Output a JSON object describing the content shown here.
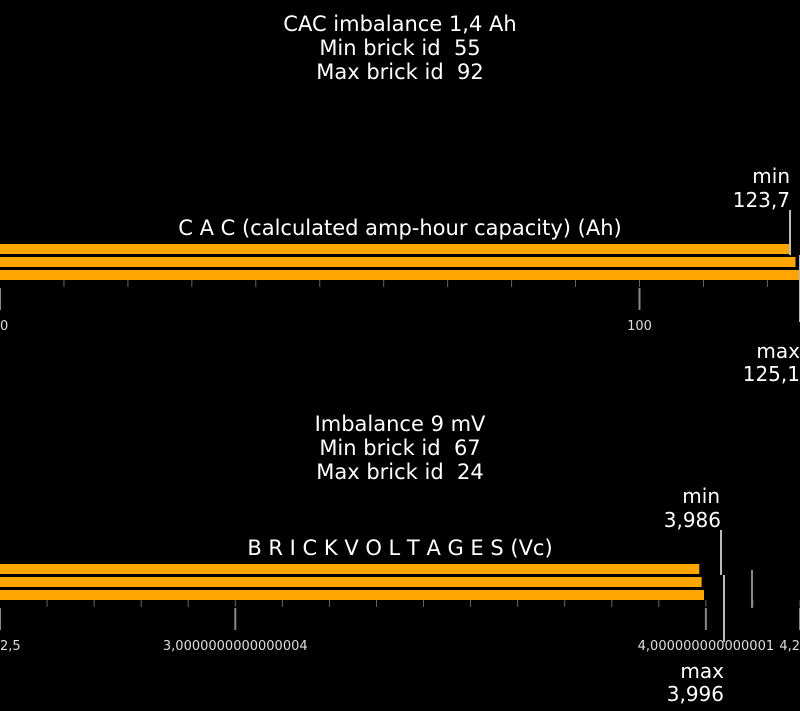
{
  "cac_stats": {
    "imbalance": "CAC imbalance 1,4 Ah",
    "min_id": "Min brick id  55",
    "max_id": "Max brick id  92"
  },
  "volt_stats": {
    "imbalance": "Imbalance 9 mV",
    "min_id": "Min brick id  67",
    "max_id": "Max brick id  24"
  },
  "colors": {
    "bar": "#ffa500",
    "background": "#000000"
  },
  "chart_data": [
    {
      "type": "bar",
      "orientation": "horizontal",
      "title": "C A C  (calculated amp-hour capacity) (Ah)",
      "xlim": [
        0,
        125.1
      ],
      "major_ticks": [
        0,
        100
      ],
      "tick_labels": [
        "0",
        "100"
      ],
      "series": [
        {
          "values": [
            123.7,
            124.4,
            125.1
          ]
        }
      ],
      "min_label": "min",
      "min_value": "123,7",
      "max_label": "max",
      "max_value": "125,1"
    },
    {
      "type": "bar",
      "orientation": "horizontal",
      "title": "B R I C K  V O L T A G E S (Vc)",
      "xlim": [
        2.5,
        4.2
      ],
      "major_ticks": [
        2.5,
        3.0,
        4.0,
        4.2
      ],
      "tick_labels": [
        "2,5",
        "3,0000000000000004",
        "4,000000000000001",
        "4,2"
      ],
      "series": [
        {
          "values": [
            3.986,
            3.991,
            3.996
          ]
        }
      ],
      "min_label": "min",
      "min_value": "3,986",
      "max_label": "max",
      "max_value": "3,996"
    }
  ]
}
